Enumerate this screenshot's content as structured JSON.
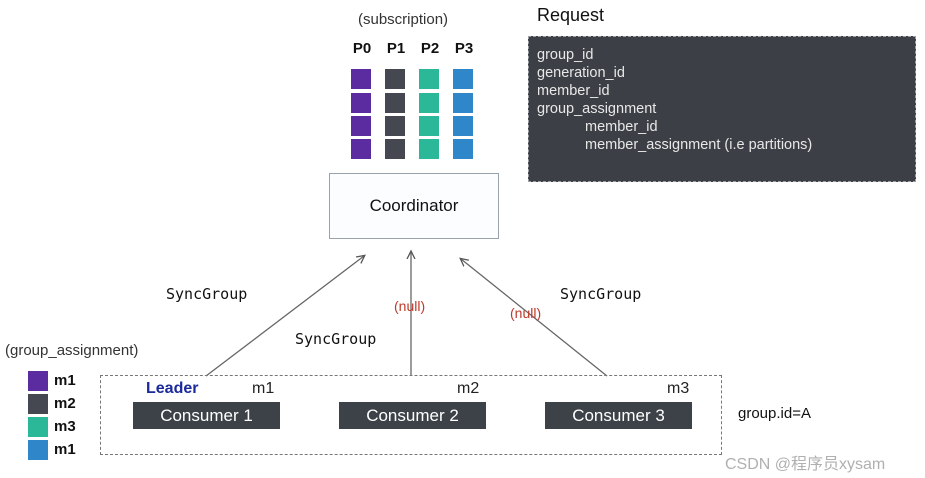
{
  "subscription_label": "(subscription)",
  "partitions": [
    {
      "label": "P0",
      "color": "#5b2ca0"
    },
    {
      "label": "P1",
      "color": "#454850"
    },
    {
      "label": "P2",
      "color": "#2bb898"
    },
    {
      "label": "P3",
      "color": "#2f86c8"
    }
  ],
  "coordinator_label": "Coordinator",
  "request": {
    "title": "Request",
    "lines": [
      "group_id",
      "generation_id",
      "member_id",
      "group_assignment",
      "member_id",
      "member_assignment (i.e partitions)"
    ]
  },
  "sync_labels": [
    "SyncGroup",
    "SyncGroup",
    "SyncGroup"
  ],
  "null_labels": [
    "(null)",
    "(null)"
  ],
  "group_assignment": {
    "label": "(group_assignment)",
    "items": [
      {
        "member": "m1",
        "color": "#5b2ca0"
      },
      {
        "member": "m2",
        "color": "#454850"
      },
      {
        "member": "m3",
        "color": "#2bb898"
      },
      {
        "member": "m1",
        "color": "#2f86c8"
      }
    ]
  },
  "consumers": [
    {
      "name": "Consumer 1",
      "member": "m1"
    },
    {
      "name": "Consumer 2",
      "member": "m2"
    },
    {
      "name": "Consumer 3",
      "member": "m3"
    }
  ],
  "leader_label": "Leader",
  "group_id_label": "group.id=A",
  "watermark": "CSDN @程序员xysam"
}
